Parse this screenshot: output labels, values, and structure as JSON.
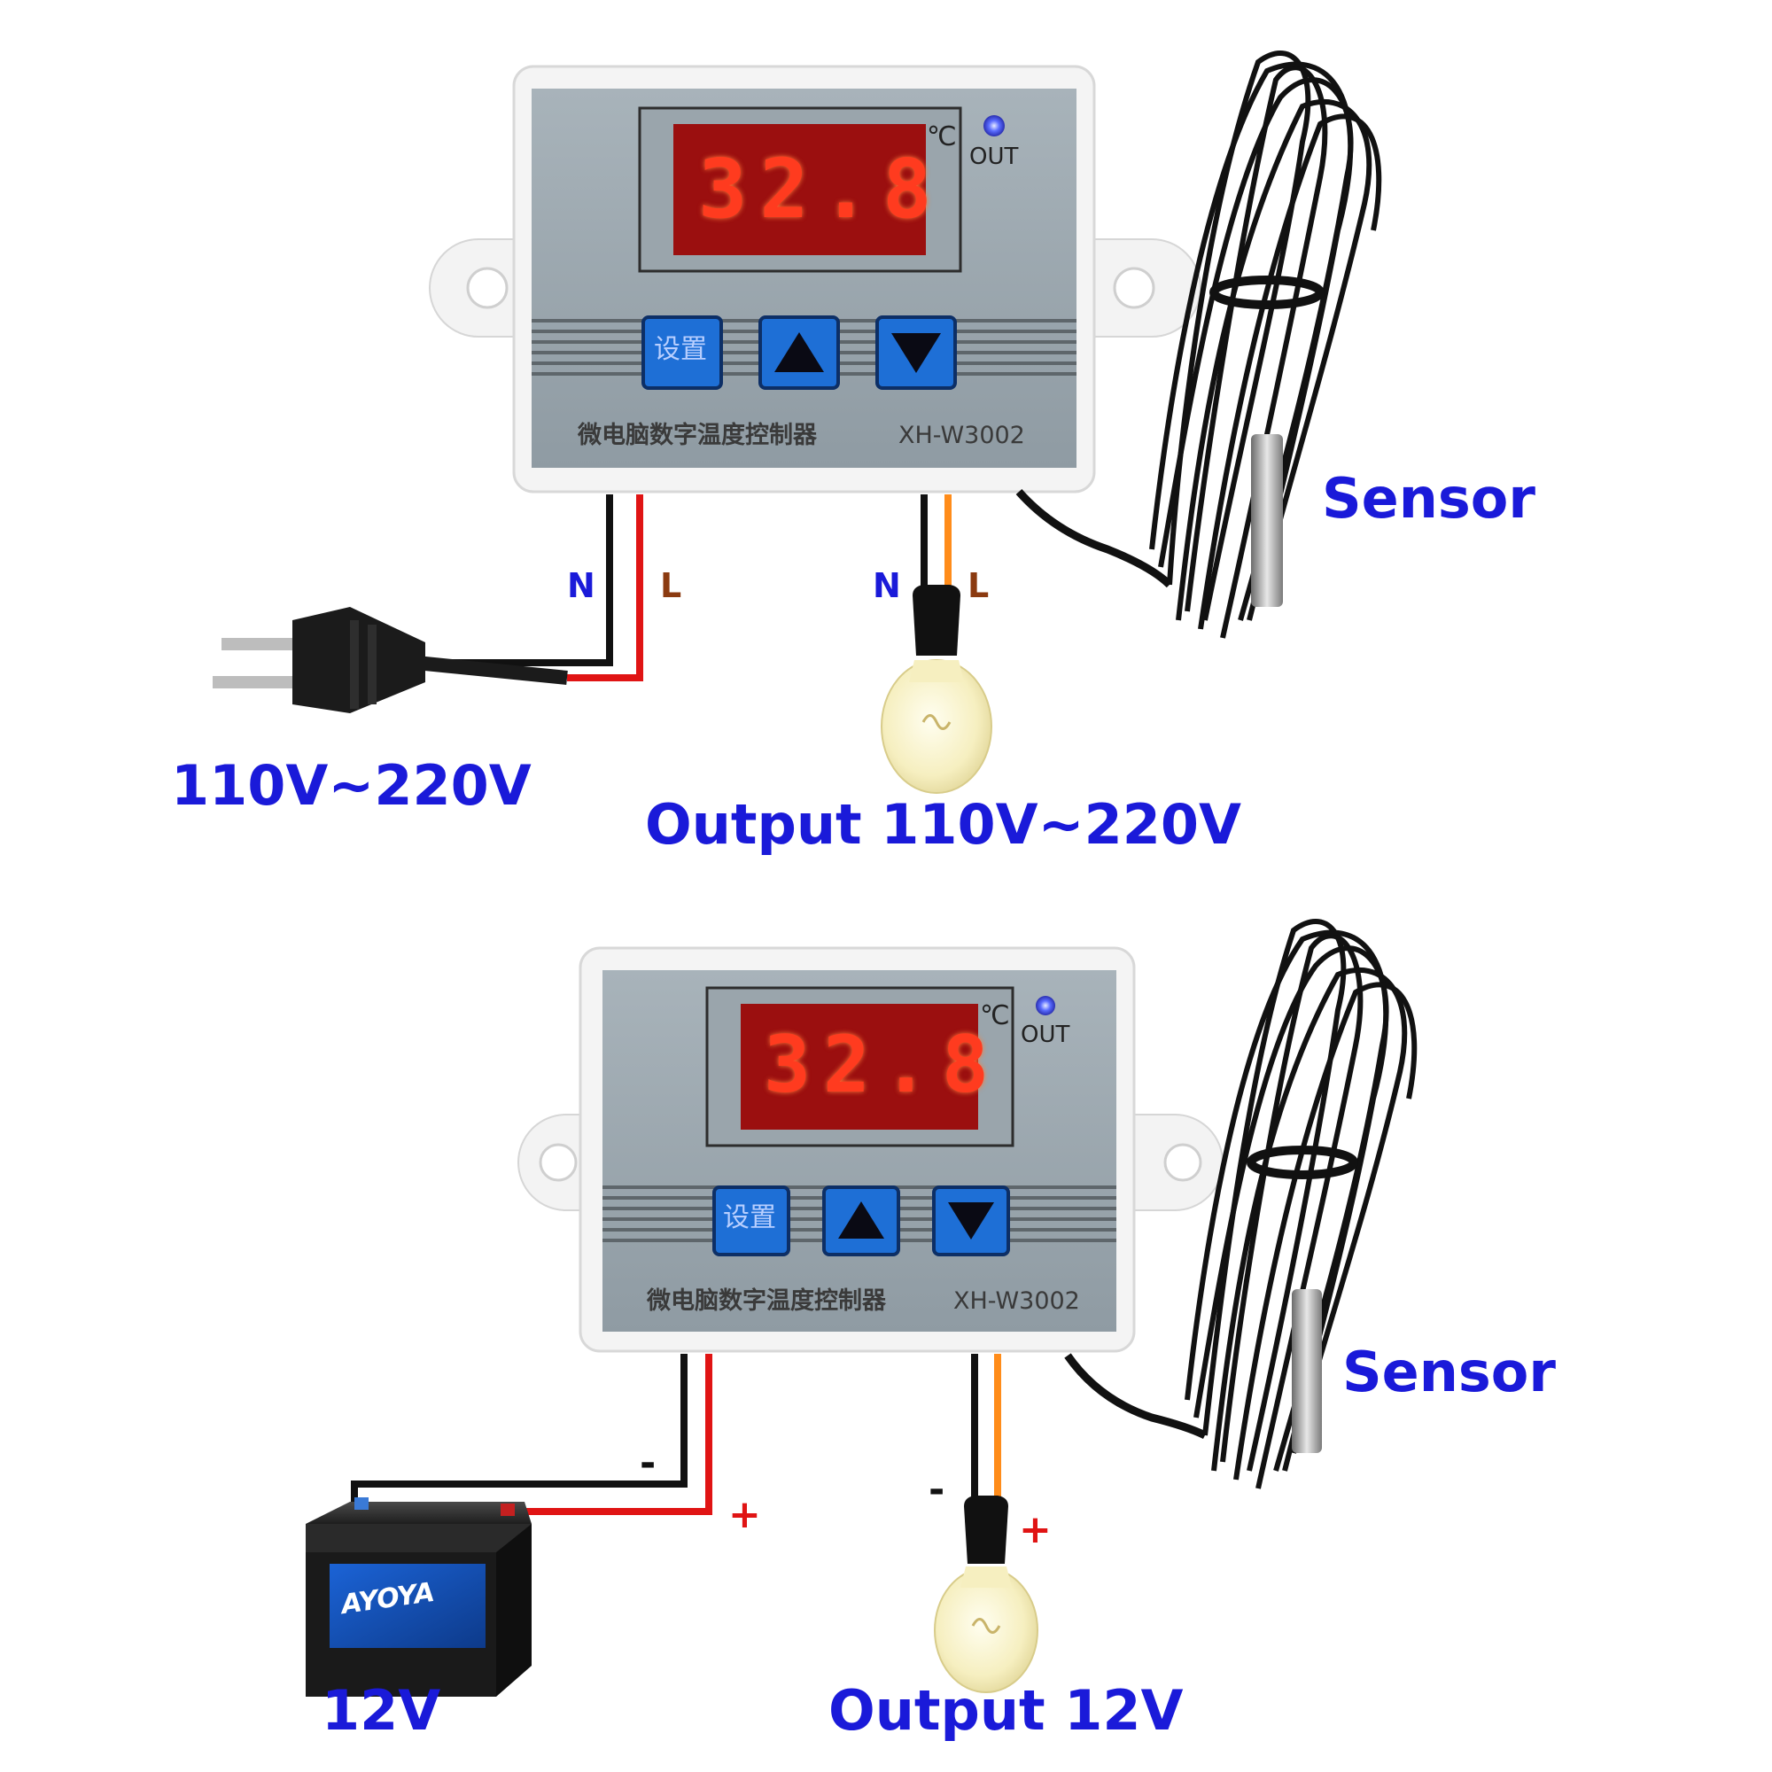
{
  "top_unit": {
    "display_value": "32.8",
    "unit": "℃",
    "out_label": "OUT",
    "set_button": "设置",
    "chinese_label": "微电脑数字温度控制器",
    "model": "XH-W3002",
    "input_wire_n": "N",
    "input_wire_l": "L",
    "output_wire_n": "N",
    "output_wire_l": "L",
    "sensor_label": "Sensor",
    "input_label": "110V~220V",
    "output_label": "Output 110V~220V"
  },
  "bottom_unit": {
    "display_value": "32.8",
    "unit": "℃",
    "out_label": "OUT",
    "set_button": "设置",
    "chinese_label": "微电脑数字温度控制器",
    "model": "XH-W3002",
    "input_minus": "-",
    "input_plus": "+",
    "output_minus": "-",
    "output_plus": "+",
    "sensor_label": "Sensor",
    "battery_brand": "AYOYA",
    "input_label": "12V",
    "output_label": "Output 12V"
  },
  "colors": {
    "label_blue": "#1a1ad9",
    "wire_black": "#111111",
    "wire_red": "#e01414",
    "wire_orange": "#ff8c1a",
    "wire_n_label": "#1a1ad9",
    "wire_l_label": "#8b3a10",
    "panel_gray": "#9aa6ad",
    "display_red": "#ff3b1f",
    "button_blue": "#1e6fd6"
  }
}
